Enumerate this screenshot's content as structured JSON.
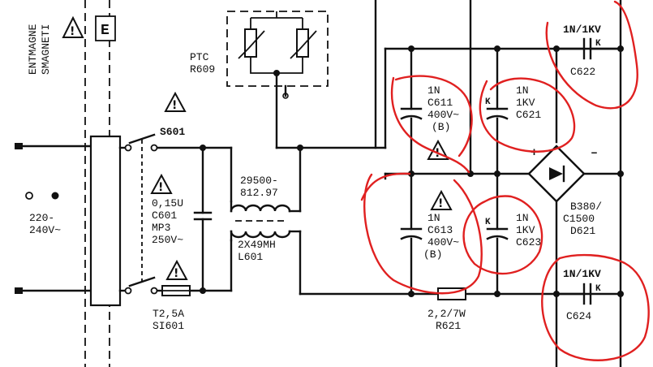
{
  "labels": {
    "degauss_1": "ENTMAGNE",
    "degauss_2": "SMAGNETI",
    "e_box": "E",
    "ptc_name": "PTC",
    "ptc_ref": "R609",
    "switch_ref": "S601",
    "mains_volt_1": "220-",
    "mains_volt_2": "240V~",
    "c601_val": "0,15U",
    "c601_ref": "C601",
    "c601_type": "MP3",
    "c601_volt": "250V~",
    "fuse_val": "T2,5A",
    "fuse_ref": "SI601",
    "choke_val_1": "29500-",
    "choke_val_2": "812.97",
    "choke_val_3": "2X49MH",
    "choke_ref": "L601",
    "c611_val": "1N",
    "c611_ref": "C611",
    "c611_volt": "400V~",
    "c611_class": "(B)",
    "c621_val": "1N",
    "c621_volt": "1KV",
    "c621_ref": "C621",
    "c622_val": "1N/1KV",
    "c622_ref": "C622",
    "c613_val": "1N",
    "c613_ref": "C613",
    "c613_volt": "400V~",
    "c613_class": "(B)",
    "c623_val": "1N",
    "c623_volt": "1KV",
    "c623_ref": "C623",
    "c624_val": "1N/1KV",
    "c624_ref": "C624",
    "bridge_val_1": "B380/",
    "bridge_val_2": "C1500",
    "bridge_ref": "D621",
    "r621_val": "2,2/7W",
    "r621_ref": "R621",
    "plus": "+",
    "minus": "–",
    "k_mark": "K",
    "warn_mark": "!"
  },
  "colors": {
    "wire": "#111111",
    "annotation": "#e02020",
    "background": "#ffffff"
  }
}
